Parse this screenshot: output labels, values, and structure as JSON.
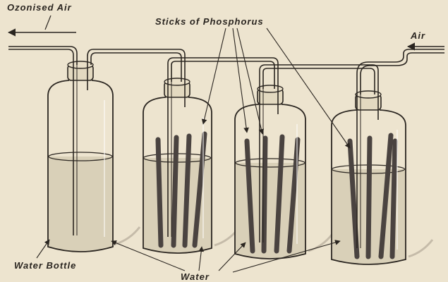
{
  "labels": {
    "ozonised_air": "Ozonised Air",
    "sticks_of_phosphorus": "Sticks of Phosphorus",
    "air": "Air",
    "water_bottle": "Water Bottle",
    "water": "Water"
  },
  "colors": {
    "paper": "#ede4cf",
    "ink": "#2a2520",
    "water": "#d9d0b8",
    "phosphorus": "#4a4340"
  },
  "figure": {
    "bottles": [
      {
        "role": "water-bottle",
        "phosphorus_sticks": 0
      },
      {
        "role": "phosphorus-bottle",
        "phosphorus_sticks": 4
      },
      {
        "role": "phosphorus-bottle",
        "phosphorus_sticks": 4
      },
      {
        "role": "phosphorus-bottle",
        "phosphorus_sticks": 4
      }
    ]
  }
}
